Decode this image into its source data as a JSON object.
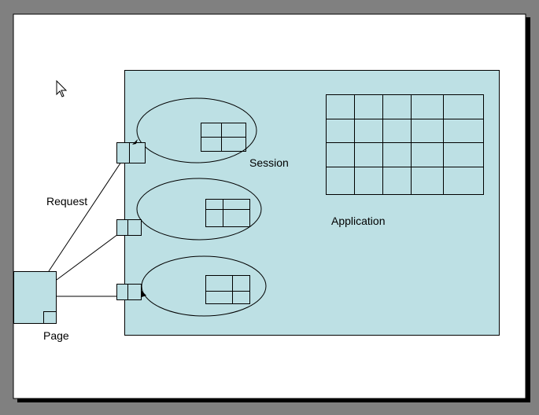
{
  "labels": {
    "session": "Session",
    "application": "Application",
    "request": "Request",
    "page": "Page"
  },
  "colors": {
    "background": "#808080",
    "slide": "#ffffff",
    "scope_fill": "#bde0e4",
    "stroke": "#000000"
  },
  "icons": {
    "cursor": "mouse-pointer-arrow"
  }
}
